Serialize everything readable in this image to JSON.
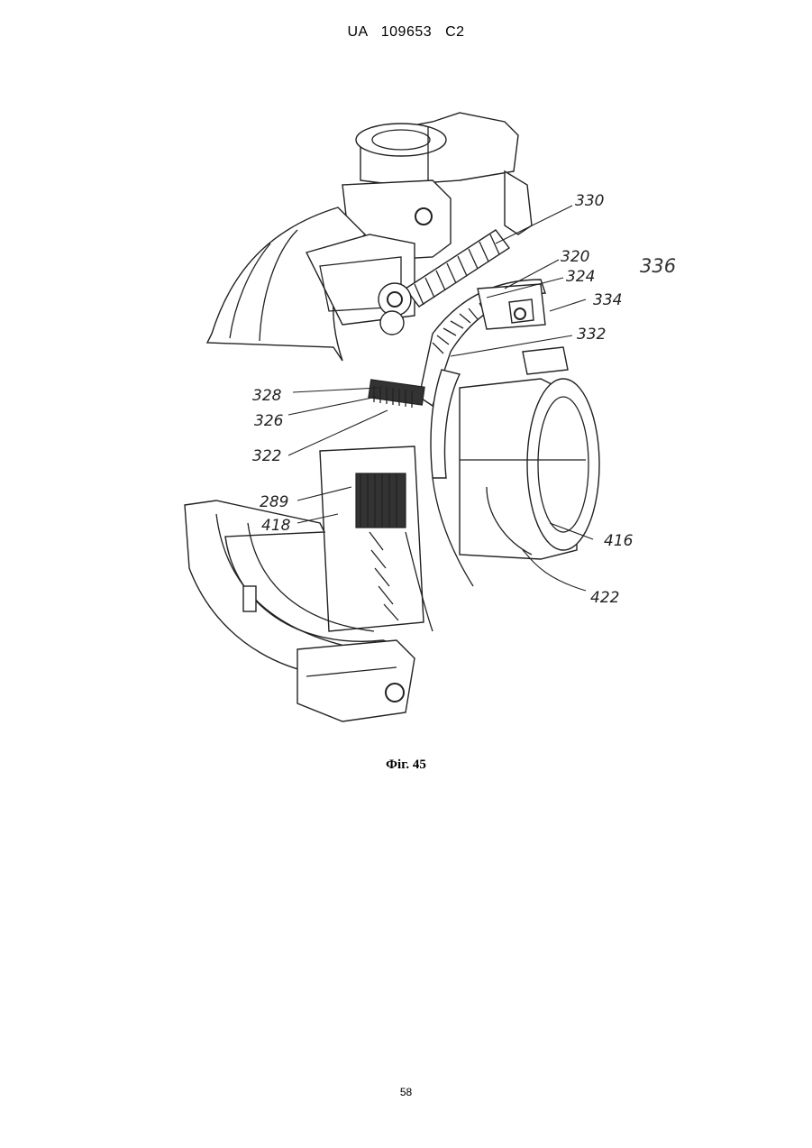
{
  "header": {
    "text": "UA   109653   C2"
  },
  "figure": {
    "caption": "Фіг. 45",
    "labels": {
      "l330": "330",
      "l320": "320",
      "l336": "336",
      "l324": "324",
      "l334": "334",
      "l332": "332",
      "l328": "328",
      "l326": "326",
      "l322": "322",
      "l289": "289",
      "l418": "418",
      "l416": "416",
      "l422": "422"
    }
  },
  "footer": {
    "page_number": "58"
  }
}
